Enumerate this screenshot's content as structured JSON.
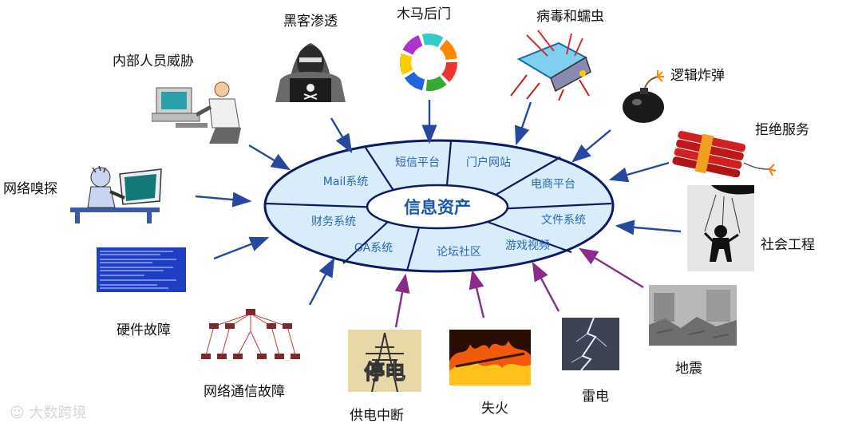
{
  "center": {
    "label": "信息资产"
  },
  "segments": [
    "短信平台",
    "门户网站",
    "电商平台",
    "文件系统",
    "游戏视频",
    "论坛社区",
    "OA系统",
    "财务系统",
    "Mail系统"
  ],
  "threats": {
    "hacker": "黑客渗透",
    "trojan": "木马后门",
    "virus": "病毒和蠕虫",
    "insider": "内部人员威胁",
    "logic_bomb": "逻辑炸弹",
    "dos": "拒绝服务",
    "sniffing": "网络嗅探",
    "social_eng": "社会工程",
    "hardware": "硬件故障",
    "network_fault": "网络通信故障",
    "power_outage": "供电中断",
    "fire": "失火",
    "lightning": "雷电",
    "earthquake": "地震"
  },
  "image_text": {
    "power_sign": "停电"
  },
  "watermark": "大数跨境",
  "colors": {
    "ellipse_fill": "#d9ecfb",
    "ellipse_stroke": "#0b1a66",
    "blue_arrow": "#2848a0",
    "purple_arrow": "#8a2a8a",
    "segment_text": "#2a67b5"
  }
}
